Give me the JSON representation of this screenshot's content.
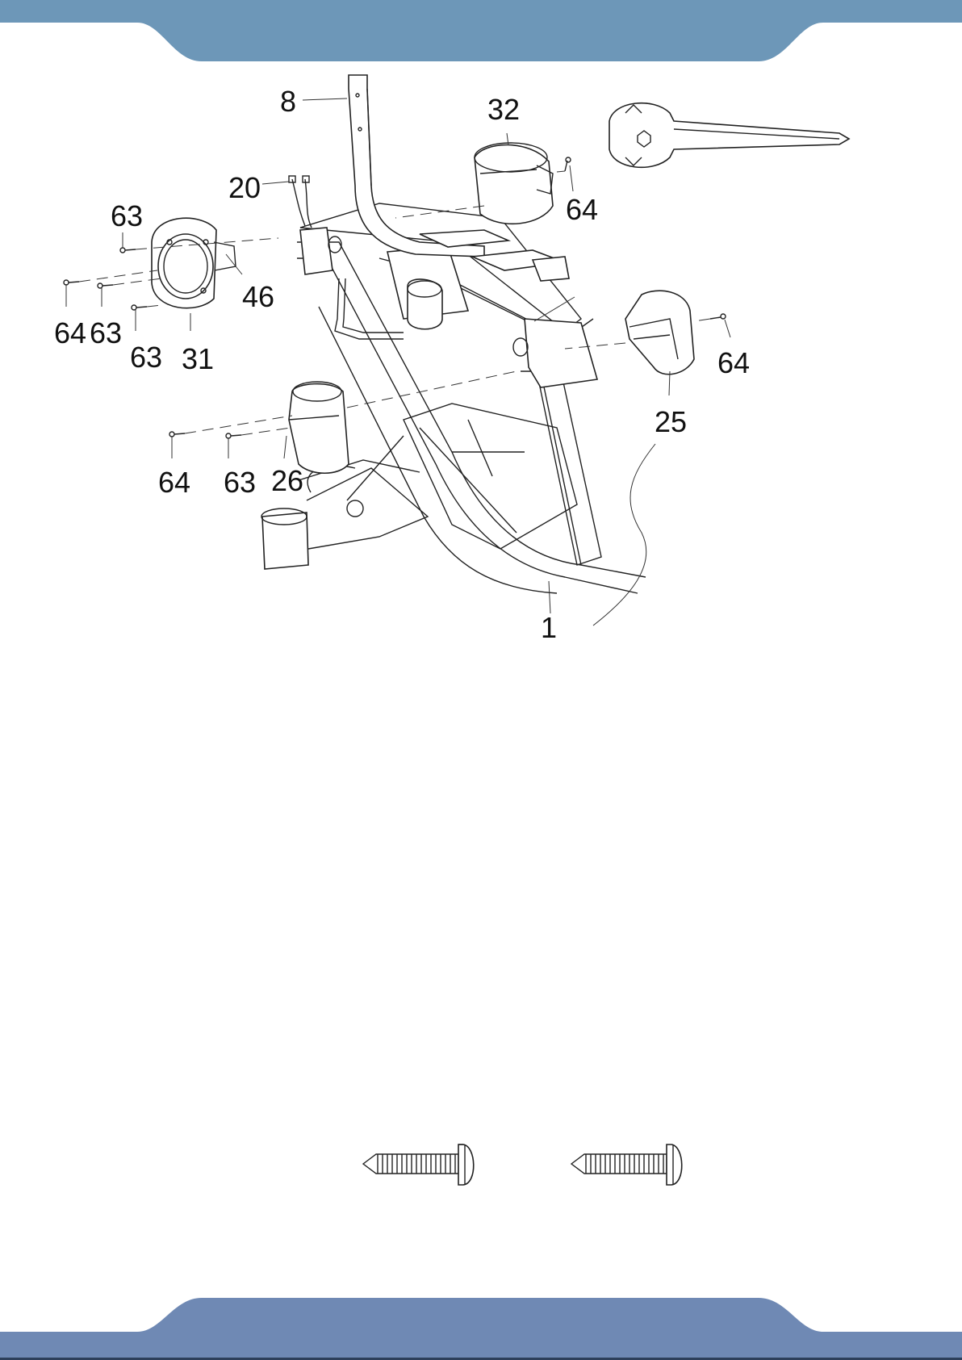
{
  "colors": {
    "header_band": "#6d97b8",
    "footer_band": "#6f89b4",
    "line": "#222222"
  },
  "icons": {
    "tool": "wrench-screwdriver-icon",
    "bolt": "button-head-bolt-icon"
  },
  "diagram": {
    "labels": {
      "l8": "8",
      "l32": "32",
      "l20": "20",
      "l64a": "64",
      "l63a": "63",
      "l46": "46",
      "l64b": "64",
      "l63b": "63",
      "l63c": "63",
      "l31": "31",
      "l64c": "64",
      "l25": "25",
      "l64d": "64",
      "l63d": "63",
      "l26": "26",
      "l1": "1"
    }
  }
}
